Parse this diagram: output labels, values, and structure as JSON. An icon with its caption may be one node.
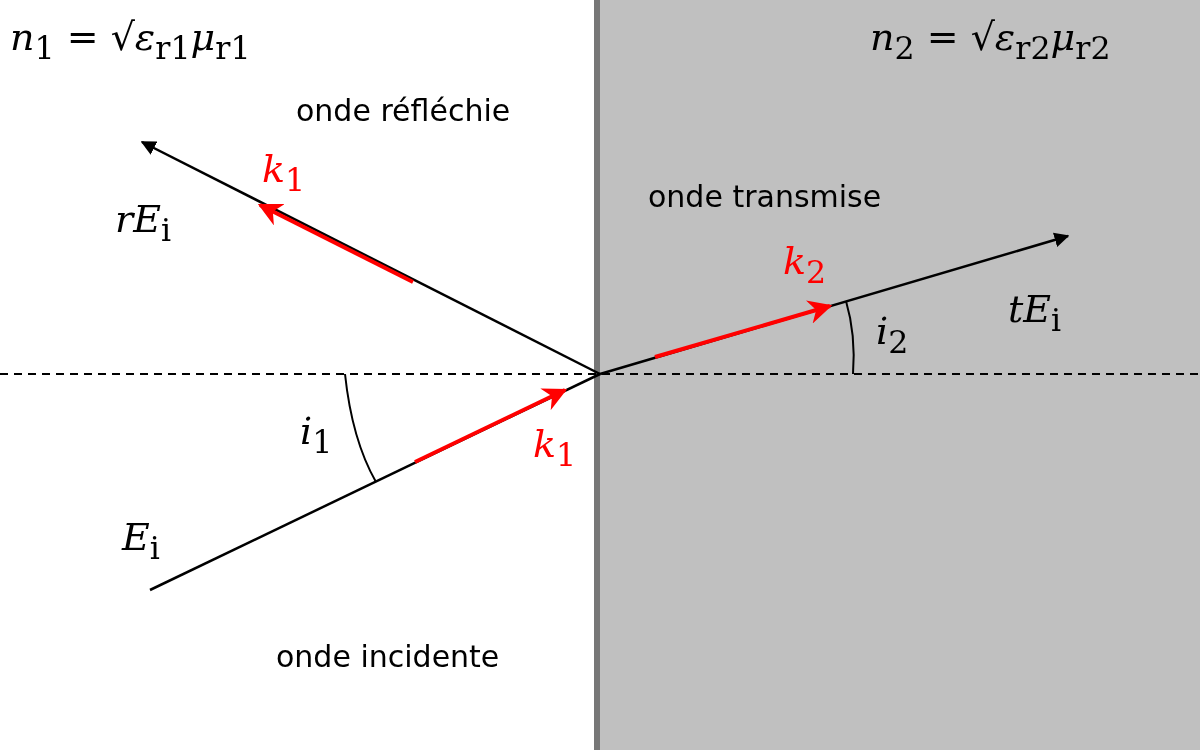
{
  "diagram": {
    "labels": [
      "*n*$_{1}$ = √*ε*$_{r1}$*μ*$_{r1}$",
      "*n*$_{2}$ = √*ε*$_{r2}$*μ*$_{r2}$",
      "onde réfléchie",
      "*k*$_{1}$",
      "*rE*$_{i}$",
      "onde transmise",
      "*k*$_{2}$",
      "*tE*$_{i}$",
      "*i*$_{2}$",
      "*i*$_{1}$",
      "*k*$_{1}$",
      "*E*$_{i}$",
      "onde incidente"
    ]
  }
}
